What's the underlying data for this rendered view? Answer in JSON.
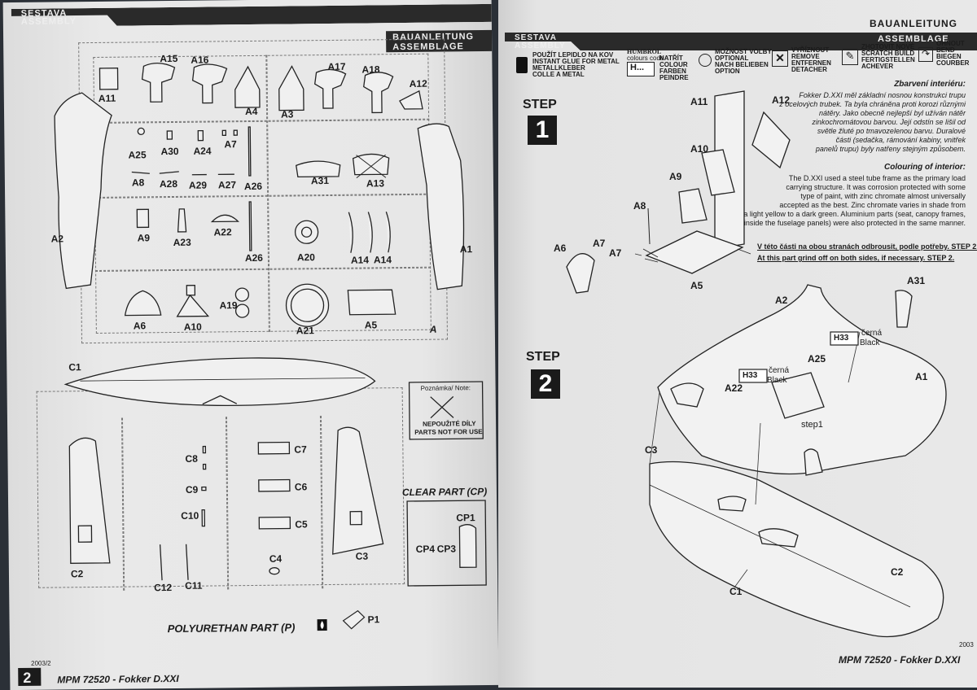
{
  "left_page": {
    "header_top": "SESTAVA",
    "header_bottom": "ASSEMBLY",
    "header_right_top": "BAUANLEITUNG",
    "header_right_bottom": "ASSEMBLAGE",
    "sprue_letter": "A",
    "parts_a": [
      "A15",
      "A16",
      "A17",
      "A18",
      "A11",
      "A4",
      "A3",
      "A12",
      "A25",
      "A30",
      "A24",
      "A7",
      "A8",
      "A28",
      "A29",
      "A27",
      "A26",
      "A31",
      "A13",
      "A9",
      "A23",
      "A22",
      "A26",
      "A20",
      "A14",
      "A14",
      "A2",
      "A1",
      "A6",
      "A10",
      "A19",
      "A21",
      "A5"
    ],
    "parts_c": [
      "C1",
      "C8",
      "C9",
      "C10",
      "C7",
      "C6",
      "C5",
      "C4",
      "C2",
      "C12",
      "C11",
      "C3"
    ],
    "note_title": "Poznámka/ Note:",
    "note_line1": "NEPOUŽITÉ DÍLY",
    "note_line2": "PARTS NOT FOR USE",
    "clear_part_title": "CLEAR PART (CP)",
    "clear_parts": [
      "CP1",
      "CP4",
      "CP3"
    ],
    "polyurethan_title": "POLYURETHAN PART (P)",
    "polyurethan_part": "P1",
    "page_number": "2",
    "edition": "2003/2",
    "footer": "MPM 72520 - Fokker D.XXI"
  },
  "right_page": {
    "header_top": "SESTAVA",
    "header_bottom": "ASSEMBLY",
    "header_right_top": "BAUANLEITUNG",
    "header_right_bottom": "ASSEMBLAGE",
    "legend": [
      {
        "icon": "glue-icon",
        "lines": [
          "POUŽÍT LEPIDLO NA KOV",
          "INSTANT GLUE FOR METAL",
          "METALLKLEBER",
          "COLLE A METAL"
        ]
      },
      {
        "icon": "paint-icon",
        "badge": "H...",
        "brand": "HUMBROL",
        "lines": [
          "colours code",
          "NATŘÍT",
          "COLOUR",
          "FARBEN",
          "PEINDRE"
        ]
      },
      {
        "icon": "option-icon",
        "lines": [
          "MOŽNOST VOLBY",
          "OPTIONAL",
          "NACH BELIEBEN",
          "OPTION"
        ]
      },
      {
        "icon": "remove-icon",
        "lines": [
          "VYŘÍZNOUT",
          "REMOVE",
          "ENTFERNEN",
          "DETACHER"
        ]
      },
      {
        "icon": "scratch-build-icon",
        "lines": [
          "ZHOTOVIT NOVÉ",
          "SCRATCH BUILD",
          "FERTIGSTELLEN",
          "ACHEVER"
        ]
      },
      {
        "icon": "bend-icon",
        "lines": [
          "OHNOUT",
          "BEND",
          "BIEGEN",
          "COURBER"
        ]
      }
    ],
    "step1_word": "STEP",
    "step1_number": "1",
    "step2_word": "STEP",
    "step2_number": "2",
    "interior_cz_title": "Zbarvení interiéru:",
    "interior_cz_lines": [
      "Fokker D.XXI měl základní nosnou konstrukci trupu",
      "z ocelových trubek. Ta byla chráněna proti korozi různými",
      "nátěry. Jako obecně nejlepší byl užíván nátěr",
      "zinkochromátovou barvou. Její odstín se lišil od",
      "světle žluté po tmavozelenou barvu. Duralové",
      "části (sedačka, rámování kabiny, vnitřek",
      "panelů trupu) byly natřeny stejným způsobem."
    ],
    "interior_en_title": "Colouring of interior:",
    "interior_en_lines": [
      "The D.XXI used a steel tube frame as the primary load",
      "carrying structure. It was corrosion protected with some",
      "type of paint, with zinc chromate almost universally",
      "accepted as the best. Zinc chromate varies in shade from",
      "a light yellow to a dark green. Aluminium parts (seat, canopy frames,",
      "inside the fuselage panels) were also protected in the same manner."
    ],
    "grind_note_cz": "V této části na obou stranách odbrousit, podle potřeby. STEP 2.",
    "grind_note_en": "At this part grind off on both sides, if necessary. STEP 2.",
    "step1_parts": [
      "A11",
      "A12",
      "A10",
      "A9",
      "A8",
      "A7",
      "A7",
      "A6",
      "A5"
    ],
    "step2_parts": [
      "A31",
      "A2",
      "A25",
      "A22",
      "A1",
      "step1",
      "C3",
      "C2",
      "C1"
    ],
    "paint_callouts": [
      {
        "code": "H33",
        "cz": "černá",
        "en": "Black"
      },
      {
        "code": "H33",
        "cz": "černá",
        "en": "Black"
      }
    ],
    "footer": "MPM 72520 - Fokker D.XXI",
    "edition": "2003"
  }
}
